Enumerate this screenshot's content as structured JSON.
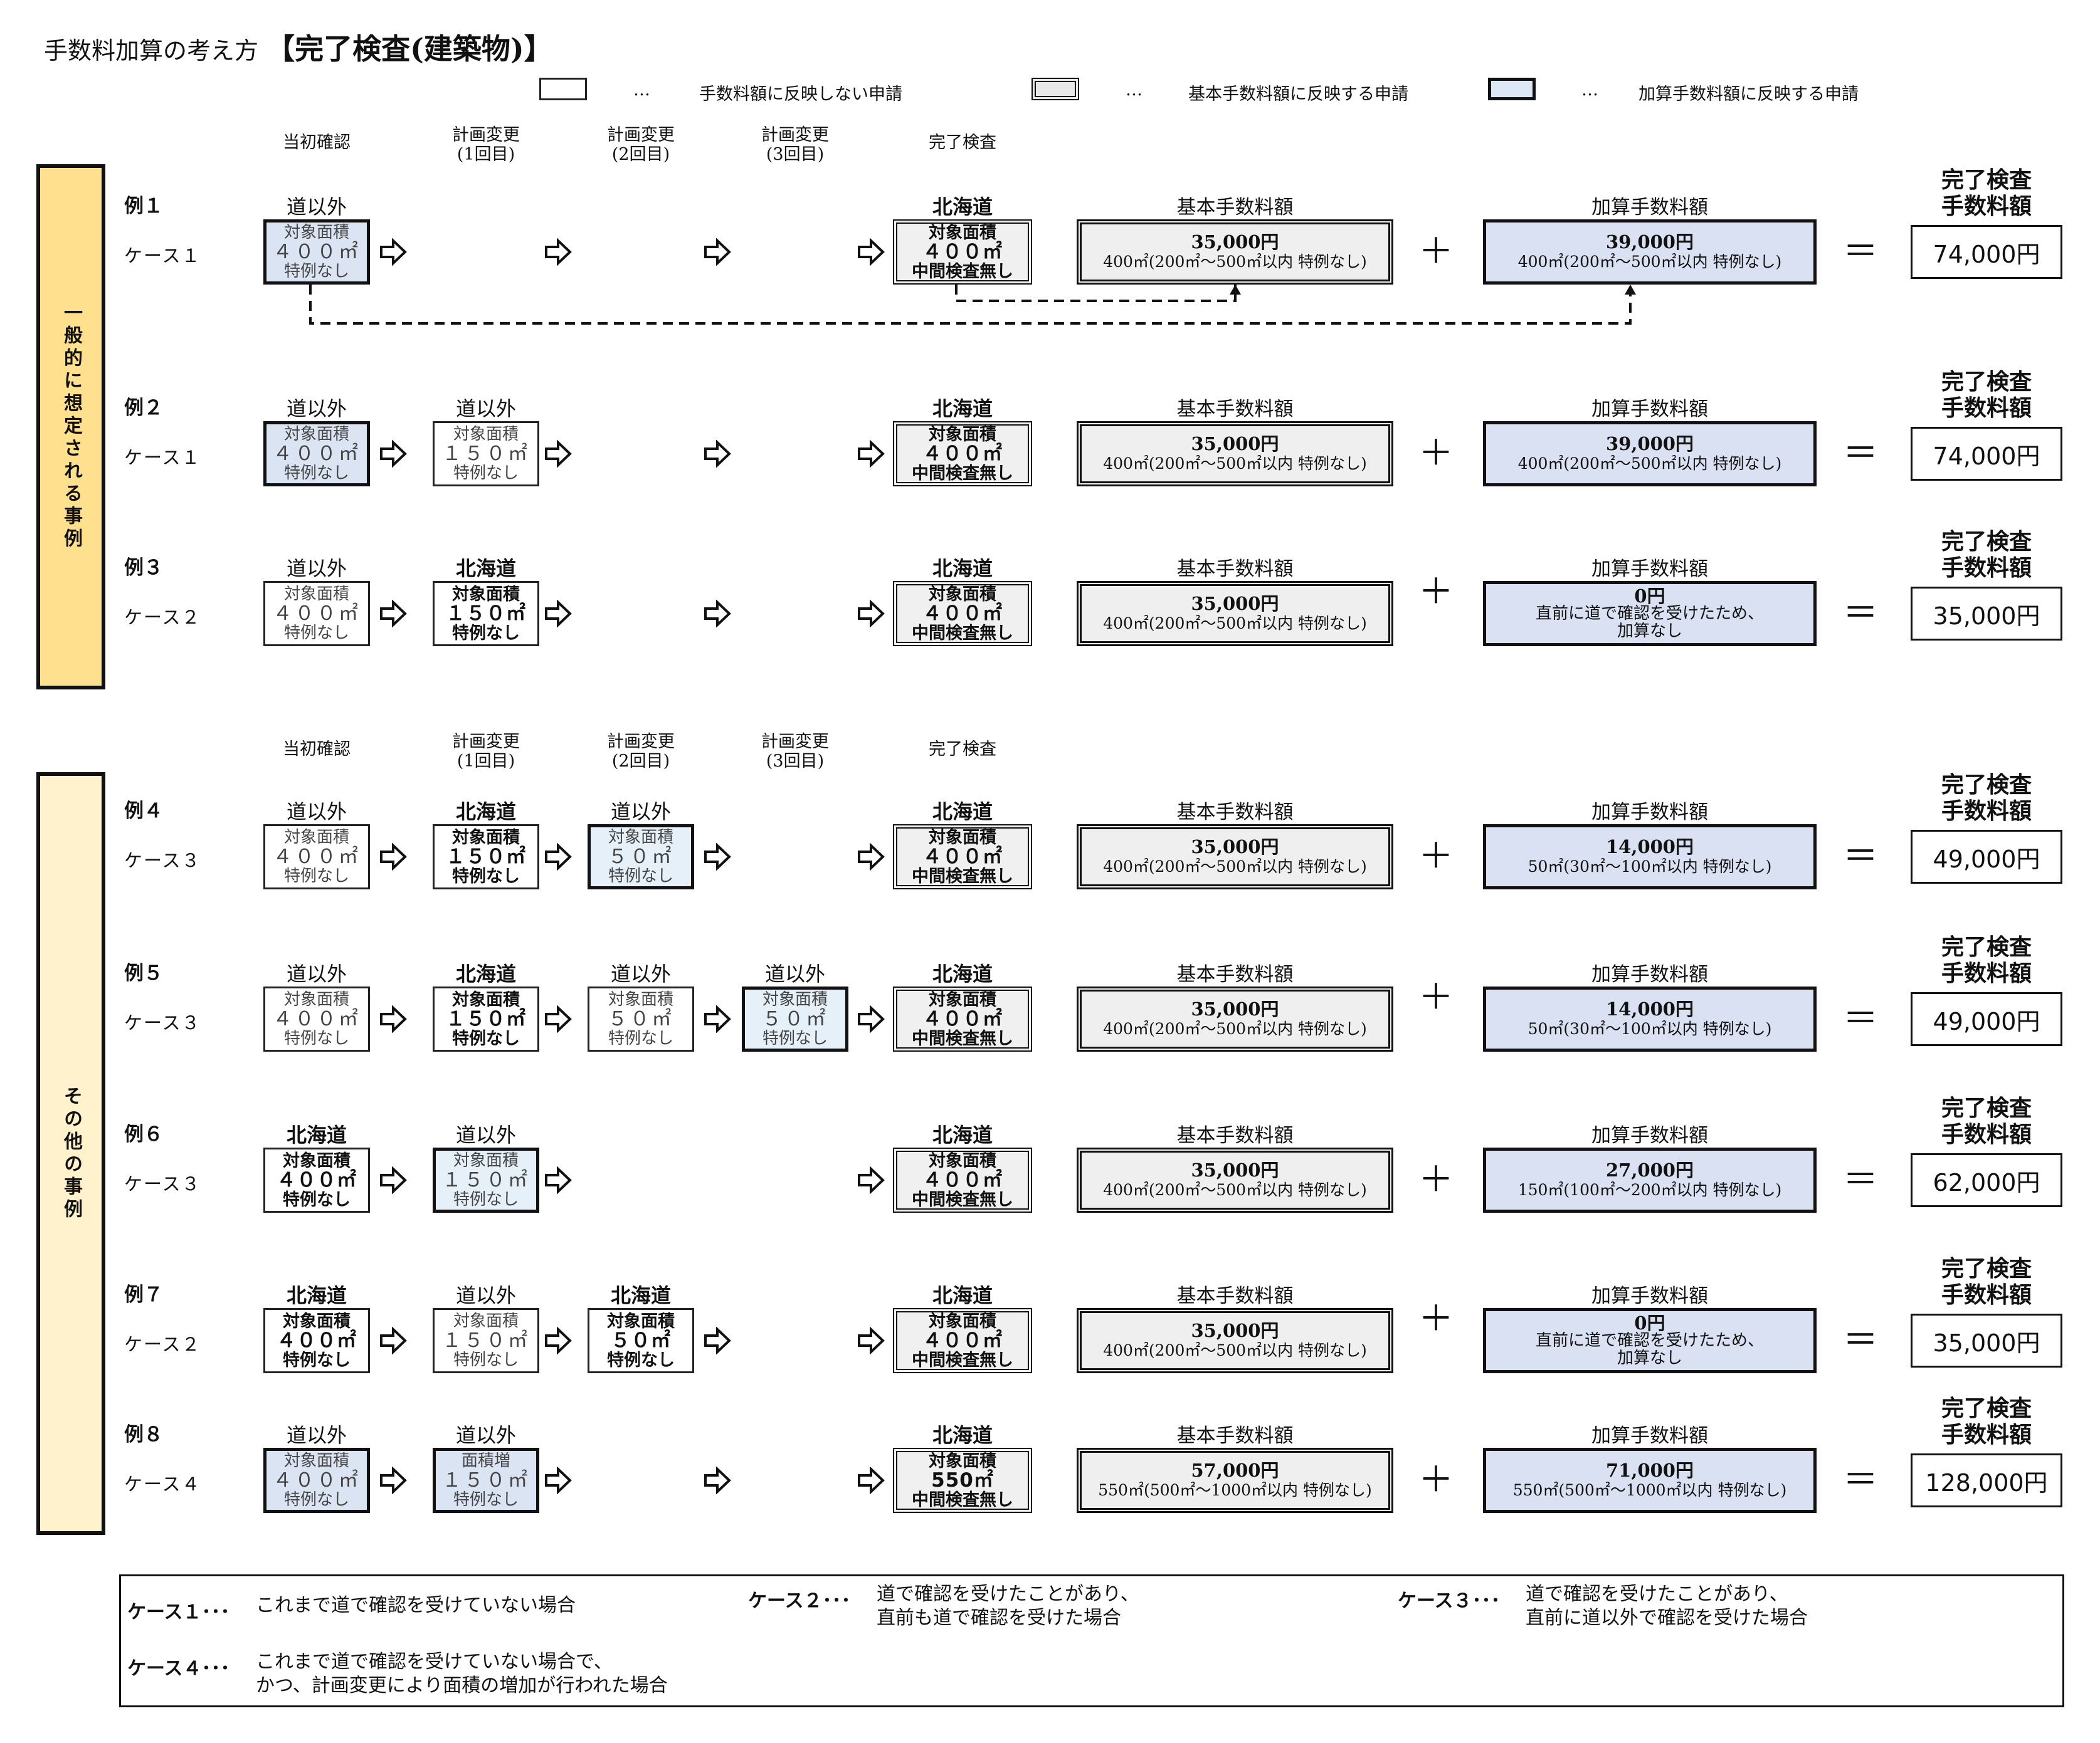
{
  "title": {
    "prefix": "手数料加算の考え方",
    "main": "【完了検査(建築物)】"
  },
  "legend": [
    {
      "type": "white",
      "text": "手数料額に反映しない申請"
    },
    {
      "type": "gray",
      "text": "基本手数料額に反映する申請"
    },
    {
      "type": "blue",
      "text": "加算手数料額に反映する申請"
    }
  ],
  "legend_dots": "…",
  "columns": [
    "当初確認",
    "計画変更\n(1回目)",
    "計画変更\n(2回目)",
    "計画変更\n(3回目)",
    "完了検査"
  ],
  "sections": [
    {
      "label": "一般的に想定される事例",
      "color": "#ffe08f"
    },
    {
      "label": "その他の事例",
      "color": "#fff2cc"
    }
  ],
  "fee_heads": {
    "base": "基本手数料額",
    "add": "加算手数料額",
    "total": "完了検査\n手数料額"
  },
  "operators": {
    "plus": "＋",
    "equals": "＝"
  },
  "examples": [
    {
      "label": "例１",
      "case": "ケース１",
      "stages": [
        {
          "col": 0,
          "loc": "道以外",
          "loc_bold": false,
          "type": "blue",
          "bold": false,
          "lines": [
            "対象面積",
            "４００㎡",
            "特例なし"
          ]
        },
        {
          "col": 4,
          "loc": "北海道",
          "loc_bold": true,
          "type": "gray",
          "bold": true,
          "lines": [
            "対象面積",
            "４００㎡",
            "中間検査無し"
          ]
        }
      ],
      "arrows": [
        0,
        1,
        2,
        3
      ],
      "base_amount": "35,000円",
      "base_note": "400㎡(200㎡～500㎡以内 特例なし)",
      "add_amount": "39,000円",
      "add_note": "400㎡(200㎡～500㎡以内 特例なし)",
      "total": "74,000円"
    },
    {
      "label": "例２",
      "case": "ケース１",
      "stages": [
        {
          "col": 0,
          "loc": "道以外",
          "loc_bold": false,
          "type": "blue",
          "bold": false,
          "lines": [
            "対象面積",
            "４００㎡",
            "特例なし"
          ]
        },
        {
          "col": 1,
          "loc": "道以外",
          "loc_bold": false,
          "type": "white",
          "bold": false,
          "lines": [
            "対象面積",
            "１５０㎡",
            "特例なし"
          ]
        },
        {
          "col": 4,
          "loc": "北海道",
          "loc_bold": true,
          "type": "gray",
          "bold": true,
          "lines": [
            "対象面積",
            "４００㎡",
            "中間検査無し"
          ]
        }
      ],
      "arrows": [
        0,
        1,
        2,
        3
      ],
      "base_amount": "35,000円",
      "base_note": "400㎡(200㎡～500㎡以内 特例なし)",
      "add_amount": "39,000円",
      "add_note": "400㎡(200㎡～500㎡以内 特例なし)",
      "total": "74,000円"
    },
    {
      "label": "例３",
      "case": "ケース２",
      "stages": [
        {
          "col": 0,
          "loc": "道以外",
          "loc_bold": false,
          "type": "white",
          "bold": false,
          "lines": [
            "対象面積",
            "４００㎡",
            "特例なし"
          ]
        },
        {
          "col": 1,
          "loc": "北海道",
          "loc_bold": true,
          "type": "white",
          "bold": true,
          "lines": [
            "対象面積",
            "１５０㎡",
            "特例なし"
          ]
        },
        {
          "col": 4,
          "loc": "北海道",
          "loc_bold": true,
          "type": "gray",
          "bold": true,
          "lines": [
            "対象面積",
            "４００㎡",
            "中間検査無し"
          ]
        }
      ],
      "arrows": [
        0,
        1,
        2,
        3
      ],
      "base_amount": "35,000円",
      "base_note": "400㎡(200㎡～500㎡以内 特例なし)",
      "add_amount": "0円",
      "add_note": "直前に道で確認を受けたため、\n加算なし",
      "total": "35,000円"
    },
    {
      "label": "例４",
      "case": "ケース３",
      "stages": [
        {
          "col": 0,
          "loc": "道以外",
          "loc_bold": false,
          "type": "white",
          "bold": false,
          "lines": [
            "対象面積",
            "４００㎡",
            "特例なし"
          ]
        },
        {
          "col": 1,
          "loc": "北海道",
          "loc_bold": true,
          "type": "white",
          "bold": true,
          "lines": [
            "対象面積",
            "１５０㎡",
            "特例なし"
          ]
        },
        {
          "col": 2,
          "loc": "道以外",
          "loc_bold": false,
          "type": "hblue",
          "bold": false,
          "lines": [
            "対象面積",
            "５０㎡",
            "特例なし"
          ]
        },
        {
          "col": 4,
          "loc": "北海道",
          "loc_bold": true,
          "type": "gray",
          "bold": true,
          "lines": [
            "対象面積",
            "４００㎡",
            "中間検査無し"
          ]
        }
      ],
      "arrows": [
        0,
        1,
        2,
        3
      ],
      "base_amount": "35,000円",
      "base_note": "400㎡(200㎡～500㎡以内 特例なし)",
      "add_amount": "14,000円",
      "add_note": "50㎡(30㎡～100㎡以内 特例なし)",
      "total": "49,000円"
    },
    {
      "label": "例５",
      "case": "ケース３",
      "stages": [
        {
          "col": 0,
          "loc": "道以外",
          "loc_bold": false,
          "type": "white",
          "bold": false,
          "lines": [
            "対象面積",
            "４００㎡",
            "特例なし"
          ]
        },
        {
          "col": 1,
          "loc": "北海道",
          "loc_bold": true,
          "type": "white",
          "bold": true,
          "lines": [
            "対象面積",
            "１５０㎡",
            "特例なし"
          ]
        },
        {
          "col": 2,
          "loc": "道以外",
          "loc_bold": false,
          "type": "white",
          "bold": false,
          "lines": [
            "対象面積",
            "５０㎡",
            "特例なし"
          ]
        },
        {
          "col": 3,
          "loc": "道以外",
          "loc_bold": false,
          "type": "hblue",
          "bold": false,
          "lines": [
            "対象面積",
            "５０㎡",
            "特例なし"
          ]
        },
        {
          "col": 4,
          "loc": "北海道",
          "loc_bold": true,
          "type": "gray",
          "bold": true,
          "lines": [
            "対象面積",
            "４００㎡",
            "中間検査無し"
          ]
        }
      ],
      "arrows": [
        0,
        1,
        2,
        3
      ],
      "base_amount": "35,000円",
      "base_note": "400㎡(200㎡～500㎡以内 特例なし)",
      "add_amount": "14,000円",
      "add_note": "50㎡(30㎡～100㎡以内 特例なし)",
      "total": "49,000円"
    },
    {
      "label": "例６",
      "case": "ケース３",
      "stages": [
        {
          "col": 0,
          "loc": "北海道",
          "loc_bold": true,
          "type": "white",
          "bold": true,
          "lines": [
            "対象面積",
            "４００㎡",
            "特例なし"
          ]
        },
        {
          "col": 1,
          "loc": "道以外",
          "loc_bold": false,
          "type": "hblue",
          "bold": false,
          "lines": [
            "対象面積",
            "１５０㎡",
            "特例なし"
          ]
        },
        {
          "col": 4,
          "loc": "北海道",
          "loc_bold": true,
          "type": "gray",
          "bold": true,
          "lines": [
            "対象面積",
            "４００㎡",
            "中間検査無し"
          ]
        }
      ],
      "arrows": [
        0,
        1,
        3
      ],
      "base_amount": "35,000円",
      "base_note": "400㎡(200㎡～500㎡以内 特例なし)",
      "add_amount": "27,000円",
      "add_note": "150㎡(100㎡～200㎡以内 特例なし)",
      "total": "62,000円"
    },
    {
      "label": "例７",
      "case": "ケース２",
      "stages": [
        {
          "col": 0,
          "loc": "北海道",
          "loc_bold": true,
          "type": "white",
          "bold": true,
          "lines": [
            "対象面積",
            "４００㎡",
            "特例なし"
          ]
        },
        {
          "col": 1,
          "loc": "道以外",
          "loc_bold": false,
          "type": "white",
          "bold": false,
          "lines": [
            "対象面積",
            "１５０㎡",
            "特例なし"
          ]
        },
        {
          "col": 2,
          "loc": "北海道",
          "loc_bold": true,
          "type": "white",
          "bold": true,
          "lines": [
            "対象面積",
            "５０㎡",
            "特例なし"
          ]
        },
        {
          "col": 4,
          "loc": "北海道",
          "loc_bold": true,
          "type": "gray",
          "bold": true,
          "lines": [
            "対象面積",
            "４００㎡",
            "中間検査無し"
          ]
        }
      ],
      "arrows": [
        0,
        1,
        2,
        3
      ],
      "base_amount": "35,000円",
      "base_note": "400㎡(200㎡～500㎡以内 特例なし)",
      "add_amount": "0円",
      "add_note": "直前に道で確認を受けたため、\n加算なし",
      "total": "35,000円"
    },
    {
      "label": "例８",
      "case": "ケース４",
      "stages": [
        {
          "col": 0,
          "loc": "道以外",
          "loc_bold": false,
          "type": "blue",
          "bold": false,
          "lines": [
            "対象面積",
            "４００㎡",
            "特例なし"
          ]
        },
        {
          "col": 1,
          "loc": "道以外",
          "loc_bold": false,
          "type": "blue",
          "bold": false,
          "lines": [
            "面積増",
            "１５０㎡",
            "特例なし"
          ]
        },
        {
          "col": 4,
          "loc": "北海道",
          "loc_bold": true,
          "type": "gray",
          "bold": true,
          "lines": [
            "対象面積",
            "550㎡",
            "中間検査無し"
          ]
        }
      ],
      "arrows": [
        0,
        1,
        2,
        3
      ],
      "base_amount": "57,000円",
      "base_note": "550㎡(500㎡～1000㎡以内 特例なし)",
      "add_amount": "71,000円",
      "add_note": "550㎡(500㎡～1000㎡以内 特例なし)",
      "total": "128,000円"
    }
  ],
  "footnotes": [
    {
      "name": "ケース１･･･",
      "text": "これまで道で確認を受けていない場合"
    },
    {
      "name": "ケース２･･･",
      "text": "道で確認を受けたことがあり、\n直前も道で確認を受けた場合"
    },
    {
      "name": "ケース３･･･",
      "text": "道で確認を受けたことがあり、\n直前に道以外で確認を受けた場合"
    },
    {
      "name": "ケース４･･･",
      "text": "これまで道で確認を受けていない場合で、\nかつ、計画変更により面積の増加が行われた場合"
    }
  ],
  "colors": {
    "gray_fill": "#efefef",
    "blue_fill": "#d9e1f2",
    "light_blue_fill": "#e6f0f9",
    "border": "#111111"
  }
}
